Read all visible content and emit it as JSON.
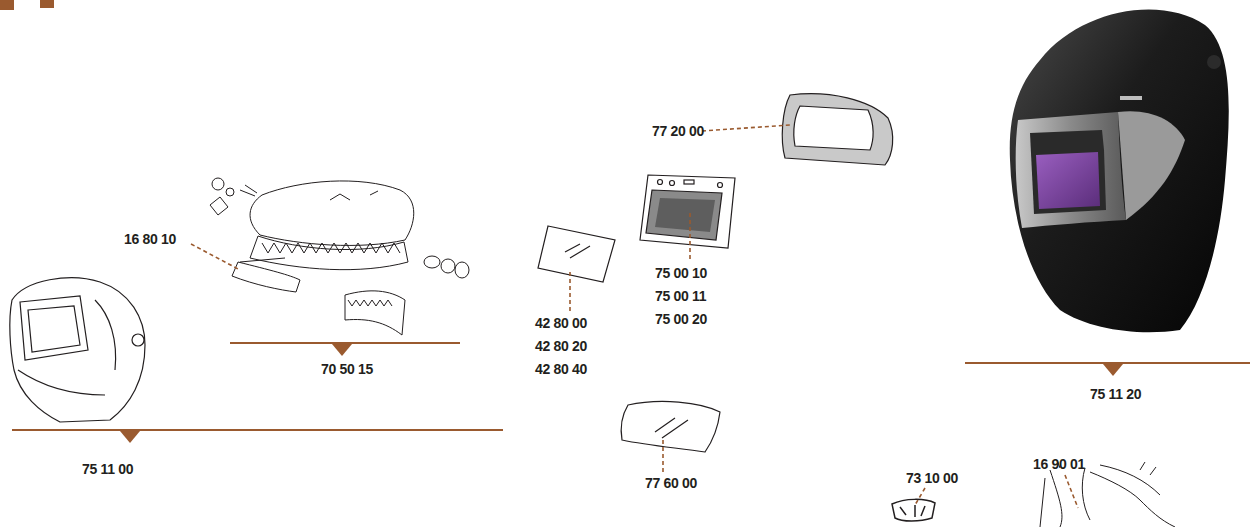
{
  "diagram": {
    "labels": [
      "77 20 00",
      "16 80 10",
      "75 00 10",
      "75 00 11",
      "75 00 20",
      "42 80 00",
      "42 80 20",
      "42 80 40",
      "70 50 15",
      "75 11 20",
      "75 11 00",
      "77 60 00",
      "73 10 00",
      "16 90 01"
    ]
  }
}
